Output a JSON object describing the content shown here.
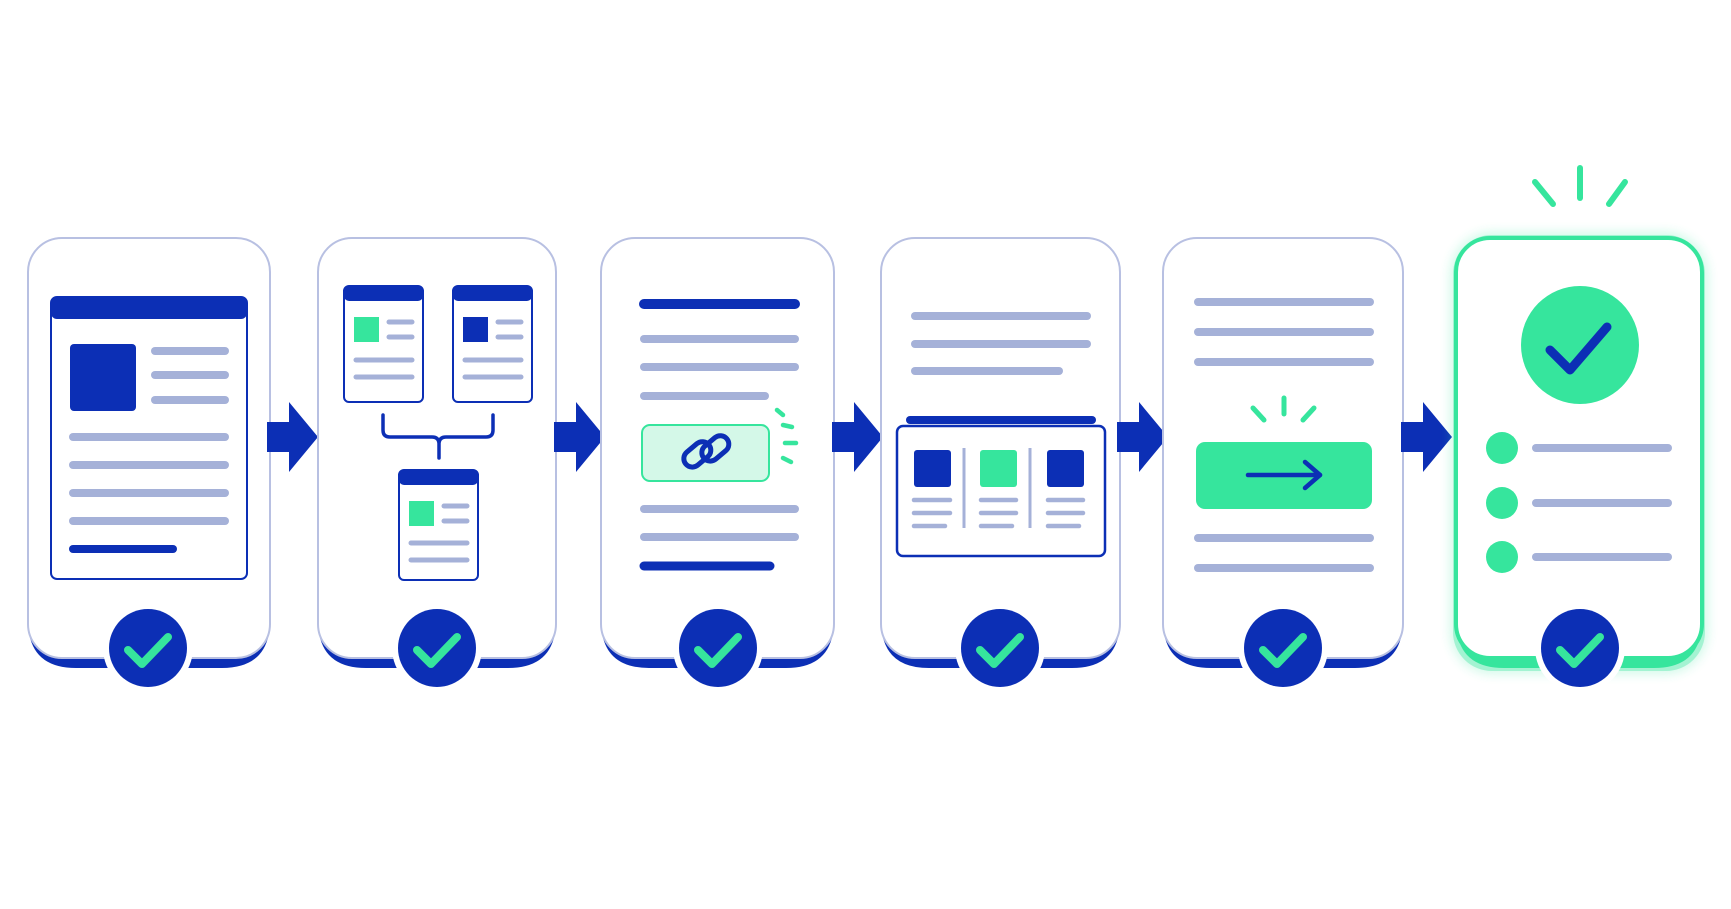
{
  "diagram": {
    "kind": "process-flow",
    "step_count": 6,
    "steps": [
      {
        "id": "step-1",
        "depicts": "document-page",
        "status": "complete"
      },
      {
        "id": "step-2",
        "depicts": "merge-documents",
        "status": "complete"
      },
      {
        "id": "step-3",
        "depicts": "link-document",
        "status": "complete"
      },
      {
        "id": "step-4",
        "depicts": "three-column-layout",
        "status": "complete"
      },
      {
        "id": "step-5",
        "depicts": "action-button-arrow",
        "status": "complete"
      },
      {
        "id": "step-6",
        "depicts": "final-checklist",
        "status": "complete",
        "highlighted": true
      }
    ],
    "connectors": "arrow-right"
  },
  "icons": [
    "check-icon",
    "arrow-right-icon",
    "link-icon",
    "spark-icon",
    "bracket-icon"
  ],
  "colors": {
    "primary": "#0c2fb5",
    "primary_light": "#a5b1d8",
    "accent": "#36e59d",
    "accent_soft": "#d4f8e8",
    "card_border": "#b8c0e2",
    "background": "#ffffff"
  }
}
